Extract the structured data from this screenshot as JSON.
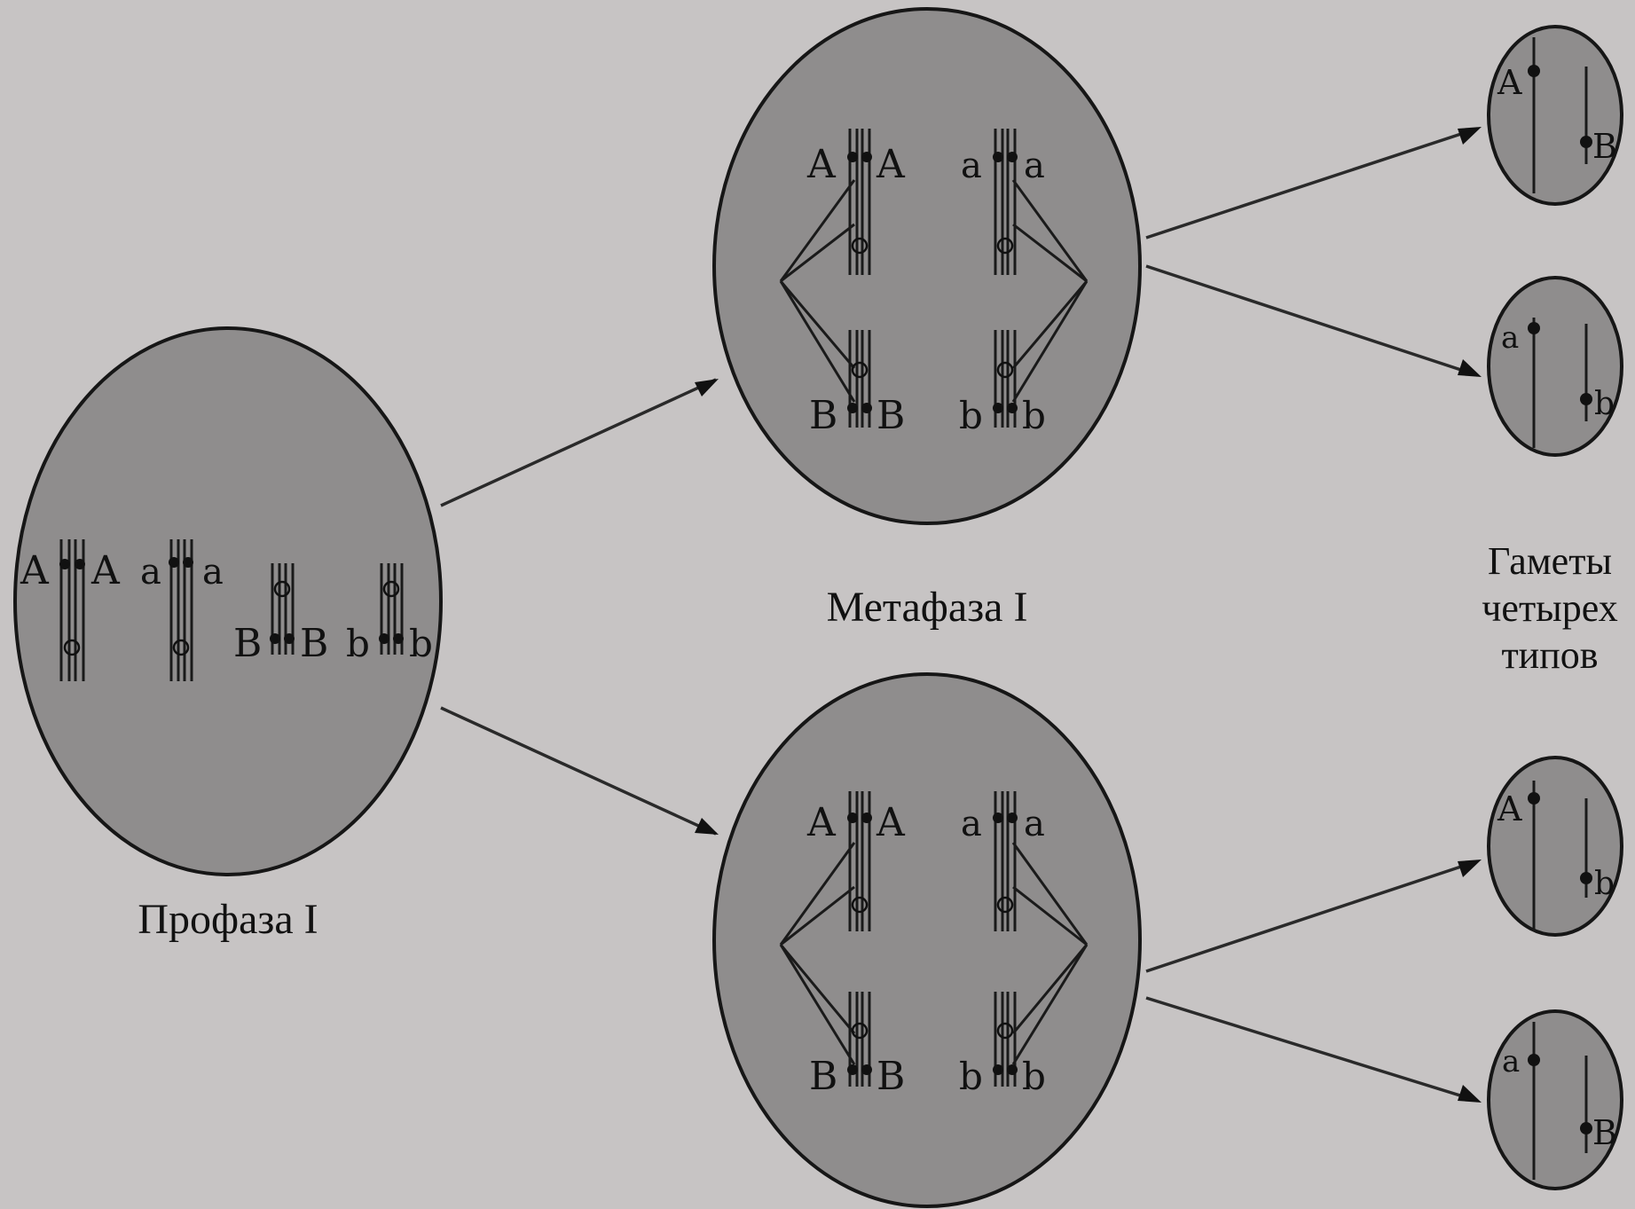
{
  "colors": {
    "background": "#c7c4c4",
    "cell_fill": "#8f8d8d",
    "ink": "#111111"
  },
  "labels": {
    "prophase": "Профаза I",
    "metaphase": "Метафаза I",
    "gametes": [
      "Гаметы",
      "четырех",
      "типов"
    ]
  },
  "cells": {
    "prophase": {
      "pairs": [
        [
          "A",
          "A"
        ],
        [
          "a",
          "a"
        ],
        [
          "B",
          "B"
        ],
        [
          "b",
          "b"
        ]
      ]
    },
    "metaphase_top": {
      "pairs": [
        [
          "A",
          "A"
        ],
        [
          "a",
          "a"
        ],
        [
          "B",
          "B"
        ],
        [
          "b",
          "b"
        ]
      ]
    },
    "metaphase_bottom": {
      "pairs": [
        [
          "A",
          "A"
        ],
        [
          "a",
          "a"
        ],
        [
          "B",
          "B"
        ],
        [
          "b",
          "b"
        ]
      ]
    }
  },
  "gametes": [
    {
      "alleles": [
        "A",
        "B"
      ]
    },
    {
      "alleles": [
        "a",
        "b"
      ]
    },
    {
      "alleles": [
        "A",
        "b"
      ]
    },
    {
      "alleles": [
        "a",
        "B"
      ]
    }
  ]
}
